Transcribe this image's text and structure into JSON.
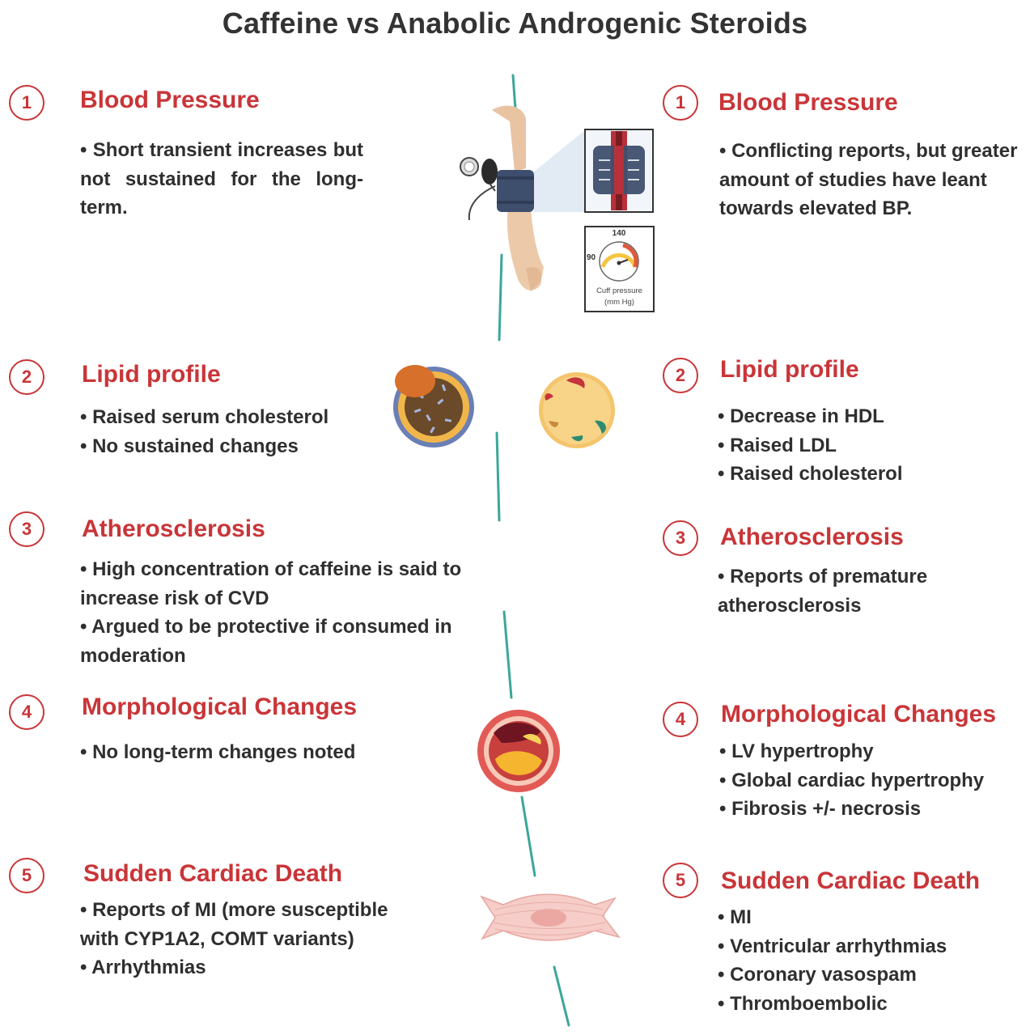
{
  "title": "Caffeine vs Anabolic Androgenic Steroids",
  "colors": {
    "accent": "#c93538",
    "divider": "#3aa79a",
    "text": "#2f2f2f"
  },
  "left": [
    {
      "num": "1",
      "heading": "Blood Pressure",
      "items": [
        "• Short transient increases but not sustained for the long-term."
      ]
    },
    {
      "num": "2",
      "heading": "Lipid profile",
      "items": [
        "• Raised serum cholesterol",
        "• No sustained changes"
      ]
    },
    {
      "num": "3",
      "heading": "Atherosclerosis",
      "items": [
        "• High concentration of caffeine is said to increase risk of CVD",
        "• Argued to be protective if consumed in moderation"
      ]
    },
    {
      "num": "4",
      "heading": "Morphological Changes",
      "items": [
        "• No long-term changes noted"
      ]
    },
    {
      "num": "5",
      "heading": "Sudden Cardiac Death",
      "items": [
        "• Reports of MI (more susceptible with CYP1A2, COMT variants)",
        "• Arrhythmias"
      ]
    }
  ],
  "right": [
    {
      "num": "1",
      "heading": "Blood Pressure",
      "items": [
        "• Conflicting reports, but greater amount of studies have leant towards elevated BP."
      ]
    },
    {
      "num": "2",
      "heading": "Lipid profile",
      "items": [
        "• Decrease in HDL",
        "• Raised LDL",
        "• Raised cholesterol"
      ]
    },
    {
      "num": "3",
      "heading": "Atherosclerosis",
      "items": [
        "• Reports of premature atherosclerosis"
      ]
    },
    {
      "num": "4",
      "heading": "Morphological Changes",
      "items": [
        "• LV hypertrophy",
        "• Global cardiac hypertrophy",
        "• Fibrosis +/- necrosis"
      ]
    },
    {
      "num": "5",
      "heading": "Sudden Cardiac Death",
      "items": [
        "• MI",
        "• Ventricular arrhythmias",
        "• Coronary vasospam",
        "• Thromboembolic"
      ]
    }
  ],
  "gauge": {
    "top": "140",
    "left": "90",
    "caption_line1": "Cuff pressure",
    "caption_line2": "(mm Hg)"
  }
}
